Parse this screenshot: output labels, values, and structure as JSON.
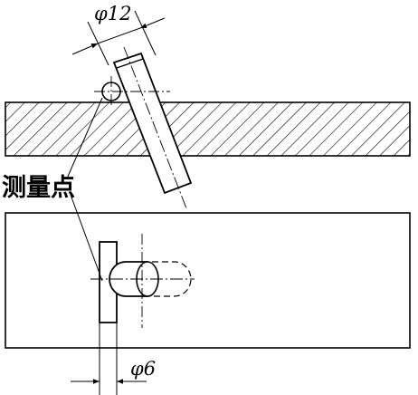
{
  "labels": {
    "top_dimension": "φ12",
    "measure_point": "测量点",
    "bottom_dimension": "φ6"
  }
}
